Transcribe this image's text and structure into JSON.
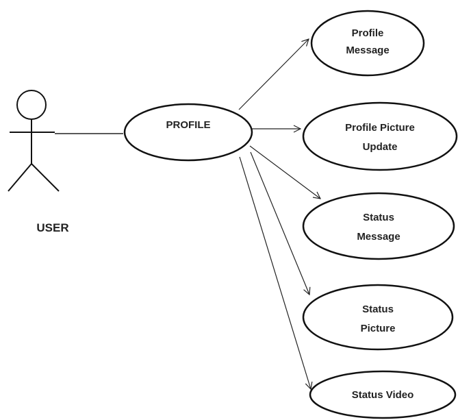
{
  "actor": {
    "label": "USER"
  },
  "main_use_case": {
    "label": "PROFILE"
  },
  "use_cases": [
    {
      "line1": "Profile",
      "line2": "Message"
    },
    {
      "line1": "Profile Picture",
      "line2": "Update"
    },
    {
      "line1": "Status",
      "line2": "Message"
    },
    {
      "line1": "Status",
      "line2": "Picture"
    },
    {
      "line1": "Status Video",
      "line2": ""
    }
  ]
}
